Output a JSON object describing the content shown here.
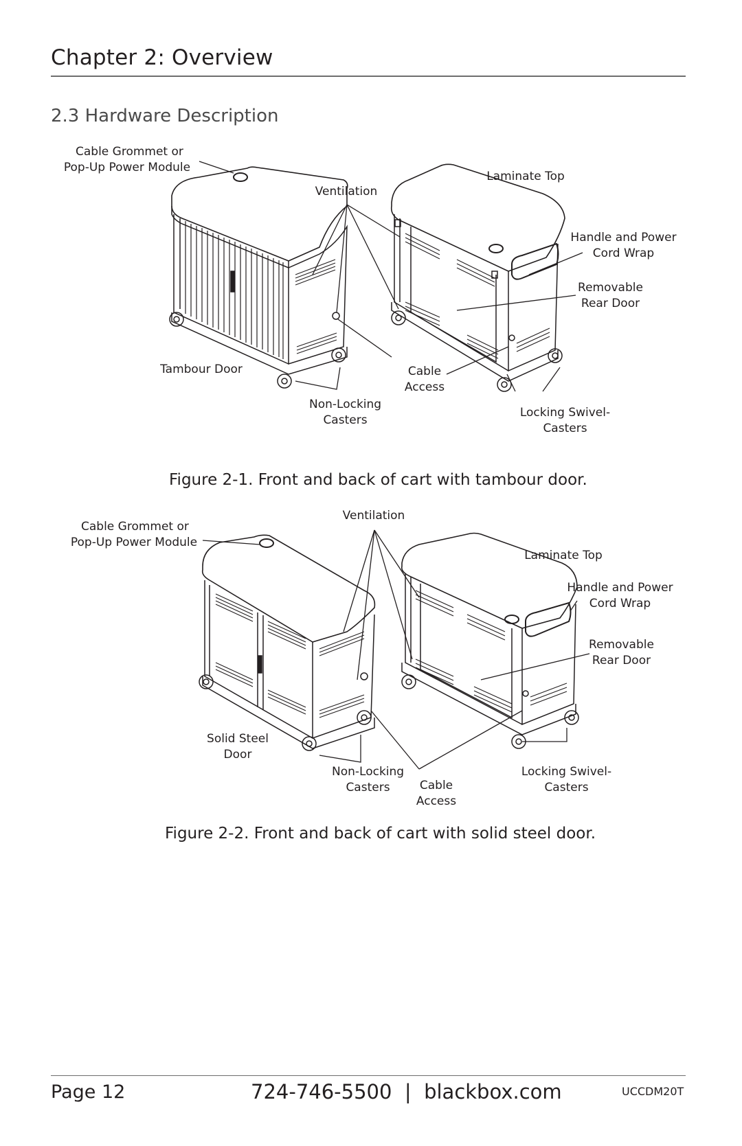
{
  "header": {
    "chapter_title": "Chapter 2: Overview"
  },
  "section": {
    "title": "2.3 Hardware Description"
  },
  "figure1": {
    "caption": "Figure 2-1. Front and back of cart with tambour door.",
    "labels": {
      "grommet_1": "Cable Grommet or",
      "grommet_2": "Pop-Up Power Module",
      "ventilation": "Ventilation",
      "laminate": "Laminate Top",
      "handle_1": "Handle and Power",
      "handle_2": "Cord Wrap",
      "rear_door_1": "Removable",
      "rear_door_2": "Rear Door",
      "tambour": "Tambour Door",
      "cable_1": "Cable",
      "cable_2": "Access",
      "nonlock_1": "Non-Locking",
      "nonlock_2": "Casters",
      "lock_1": "Locking Swivel-",
      "lock_2": "Casters"
    }
  },
  "figure2": {
    "caption": "Figure 2-2. Front and back of cart with solid steel door.",
    "labels": {
      "grommet_1": "Cable Grommet or",
      "grommet_2": "Pop-Up Power Module",
      "ventilation": "Ventilation",
      "laminate": "Laminate Top",
      "handle_1": "Handle and Power",
      "handle_2": "Cord Wrap",
      "rear_door_1": "Removable",
      "rear_door_2": "Rear Door",
      "steel_1": "Solid Steel",
      "steel_2": "Door",
      "nonlock_1": "Non-Locking",
      "nonlock_2": "Casters",
      "cable_1": "Cable",
      "cable_2": "Access",
      "lock_1": "Locking Swivel-",
      "lock_2": "Casters"
    }
  },
  "footer": {
    "page": "Page 12",
    "contact": "724-746-5500  |  blackbox.com",
    "model": "UCCDM20T"
  }
}
